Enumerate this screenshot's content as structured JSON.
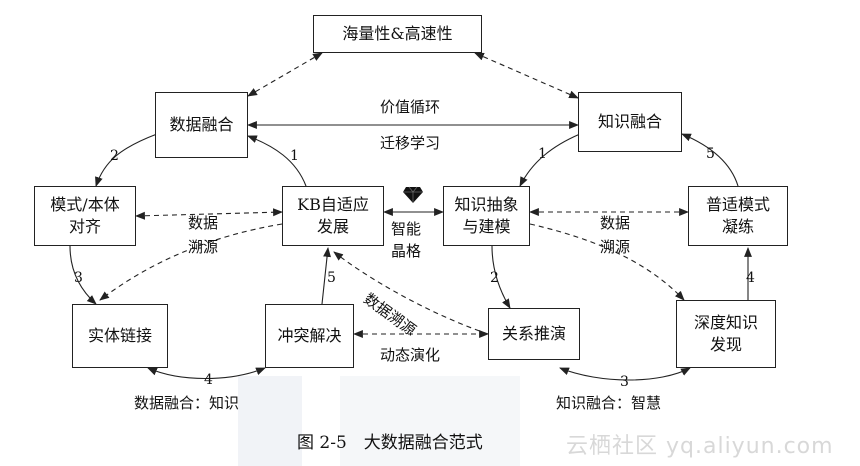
{
  "nodes": {
    "top": "海量性&高速性",
    "data_fusion": "数据融合",
    "knowledge_fusion": "知识融合",
    "schema_line1": "模式/本体",
    "schema_line2": "对齐",
    "kb_line1": "KB自适应",
    "kb_line2": "发展",
    "knowledge_abs_line1": "知识抽象",
    "knowledge_abs_line2": "与建模",
    "general_line1": "普适模式",
    "general_line2": "凝练",
    "entity_link": "实体链接",
    "conflict": "冲突解决",
    "relation": "关系推演",
    "deep_line1": "深度知识",
    "deep_line2": "发现"
  },
  "labels": {
    "value_cycle": "价值循环",
    "transfer": "迁移学习",
    "smart_line1": "智能",
    "smart_line2": "晶格",
    "trace_left_line1": "数据",
    "trace_left_line2": "溯源",
    "trace_right_line1": "数据",
    "trace_right_line2": "溯源",
    "trace_diag": "数据溯源",
    "dynamic": "动态演化",
    "bottom_left": "数据融合：知识",
    "bottom_right": "知识融合：智慧",
    "n1_left": "1",
    "n1_right": "1",
    "n2_left": "2",
    "n2_right": "2",
    "n3_left": "3",
    "n3_right": "3",
    "n4_left": "4",
    "n4_right": "4",
    "n5_left": "5",
    "n5_right": "5"
  },
  "caption": "图 2-5　大数据融合范式",
  "watermark": "云栖社区 yq.aliyun.com",
  "icons": {
    "gem": "diamond-gem-icon"
  },
  "colors": {
    "line": "#222222",
    "gem": "#111111"
  }
}
